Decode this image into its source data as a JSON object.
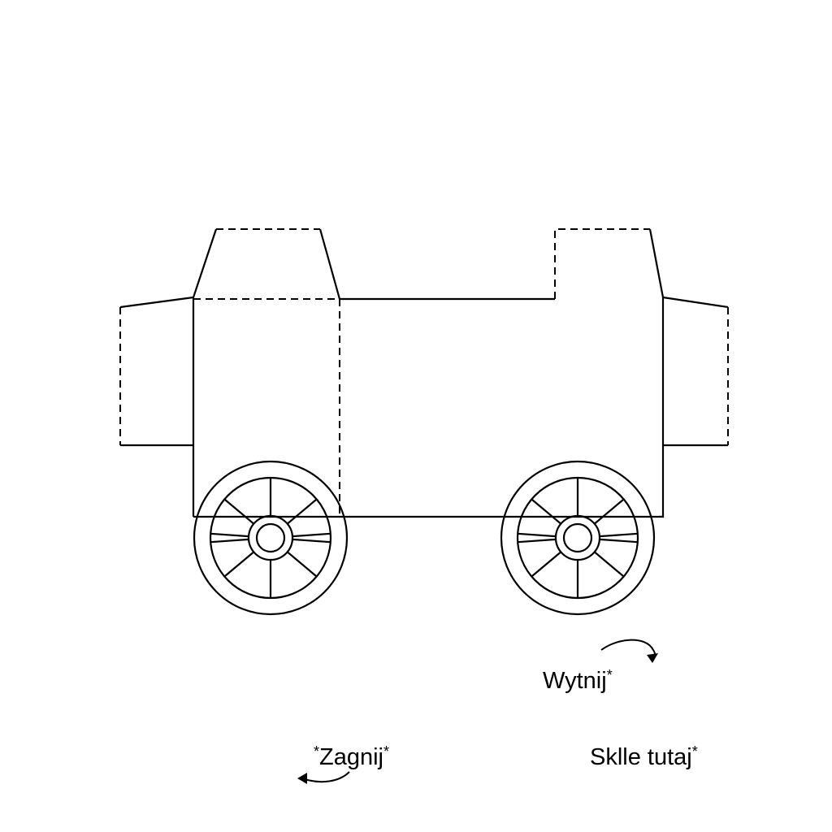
{
  "labels": {
    "cut": {
      "text": "Wytnij",
      "suffix": "*"
    },
    "fold": {
      "prefix": "*",
      "text": "Zagnij",
      "suffix": "*"
    },
    "glue": {
      "text": "Sklle tutaj",
      "suffix": "*"
    }
  },
  "colors": {
    "line": "#000000",
    "background": "#ffffff"
  },
  "icons": [
    "curved-arrow-icon",
    "wheel-icon"
  ]
}
